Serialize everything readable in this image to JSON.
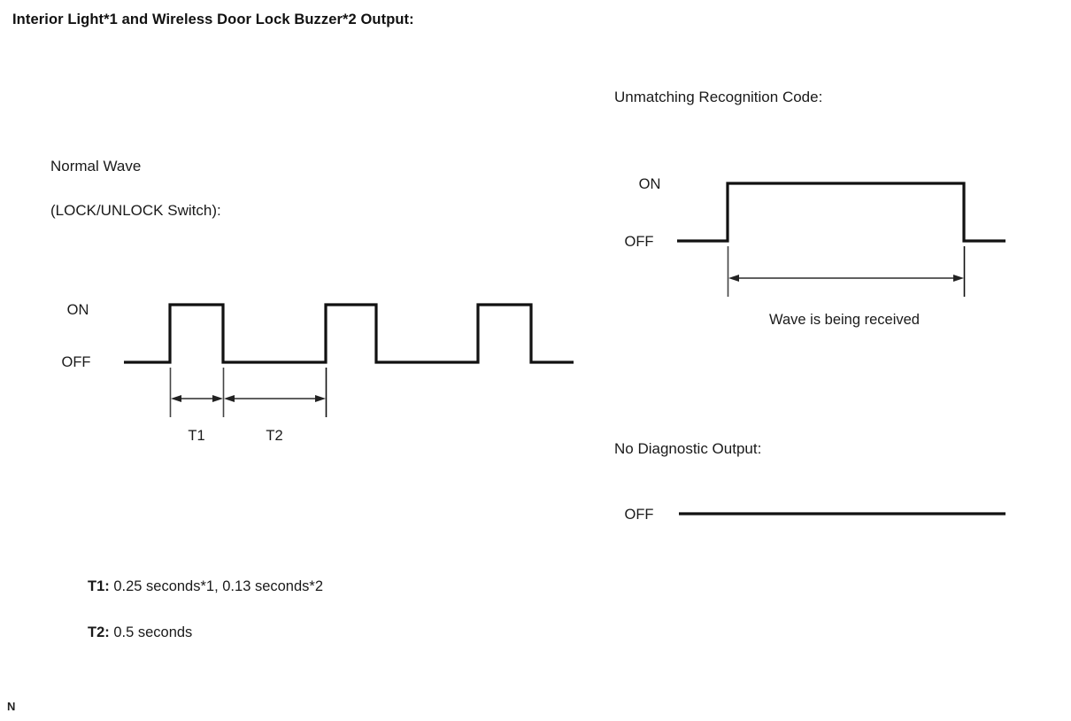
{
  "document": {
    "title": "Interior Light*1 and Wireless Door Lock Buzzer*2 Output:",
    "corner_mark": "N",
    "background_color": "#ffffff",
    "line_color": "#111111",
    "dimension_color": "#4a4a4a"
  },
  "normal_wave": {
    "heading": "Normal Wave",
    "subheading": "(LOCK/UNLOCK Switch):",
    "on_label": "ON",
    "off_label": "OFF",
    "t1_label": "T1",
    "t2_label": "T2"
  },
  "unmatching": {
    "heading": "Unmatching Recognition Code:",
    "on_label": "ON",
    "off_label": "OFF",
    "caption": "Wave is being received"
  },
  "no_diagnostic": {
    "heading": "No Diagnostic Output:",
    "off_label": "OFF"
  },
  "legend": {
    "t1_lead": "T1:",
    "t1_value": " 0.25 seconds*1, 0.13 seconds*2",
    "t2_lead": "T2:",
    "t2_value": " 0.5 seconds"
  },
  "chart_data": [
    {
      "type": "line",
      "name": "normal-wave-lock-unlock-switch",
      "title": "Normal Wave (LOCK/UNLOCK Switch):",
      "ylabel": "",
      "xlabel": "",
      "y_tick_labels": [
        "ON",
        "OFF"
      ],
      "y_levels": {
        "OFF": 0,
        "ON": 1
      },
      "grid": false,
      "legend": "none",
      "description": "Square pulse train with three ON pulses of duration T1 separated by OFF intervals of duration T2",
      "x_units": "pixels",
      "x": [
        140,
        192,
        192,
        252,
        252,
        368,
        368,
        425,
        425,
        540,
        540,
        600,
        600,
        648
      ],
      "y": [
        0,
        0,
        1,
        1,
        0,
        0,
        1,
        1,
        0,
        0,
        1,
        1,
        0,
        0
      ],
      "pulses": [
        {
          "label": "pulse-1",
          "rise": 192,
          "fall": 252,
          "duration_label": "T1"
        },
        {
          "label": "pulse-2",
          "rise": 368,
          "fall": 425,
          "duration_label": "T1"
        },
        {
          "label": "pulse-3",
          "rise": 540,
          "fall": 600,
          "duration_label": "T1"
        }
      ],
      "annotations": [
        {
          "label": "T1",
          "from": 192,
          "to": 252,
          "value": "0.25 seconds*1, 0.13 seconds*2"
        },
        {
          "label": "T2",
          "from": 252,
          "to": 368,
          "value": "0.5 seconds"
        }
      ]
    },
    {
      "type": "line",
      "name": "unmatching-recognition-code",
      "title": "Unmatching Recognition Code:",
      "ylabel": "",
      "xlabel": "",
      "y_tick_labels": [
        "ON",
        "OFF"
      ],
      "y_levels": {
        "OFF": 0,
        "ON": 1
      },
      "grid": false,
      "legend": "none",
      "description": "Single long ON pulse; the pulse width is annotated as the period while the wave is being received",
      "x_units": "pixels",
      "x": [
        765,
        822,
        822,
        1089,
        1089,
        1135
      ],
      "y": [
        0,
        0,
        1,
        1,
        0,
        0
      ],
      "annotations": [
        {
          "label": "Wave is being received",
          "from": 822,
          "to": 1089
        }
      ]
    },
    {
      "type": "line",
      "name": "no-diagnostic-output",
      "title": "No Diagnostic Output:",
      "ylabel": "",
      "xlabel": "",
      "y_tick_labels": [
        "OFF"
      ],
      "y_levels": {
        "OFF": 0
      },
      "grid": false,
      "legend": "none",
      "description": "Flat line held at OFF for the whole duration",
      "x_units": "pixels",
      "x": [
        767,
        1135
      ],
      "y": [
        0,
        0
      ],
      "annotations": []
    }
  ]
}
